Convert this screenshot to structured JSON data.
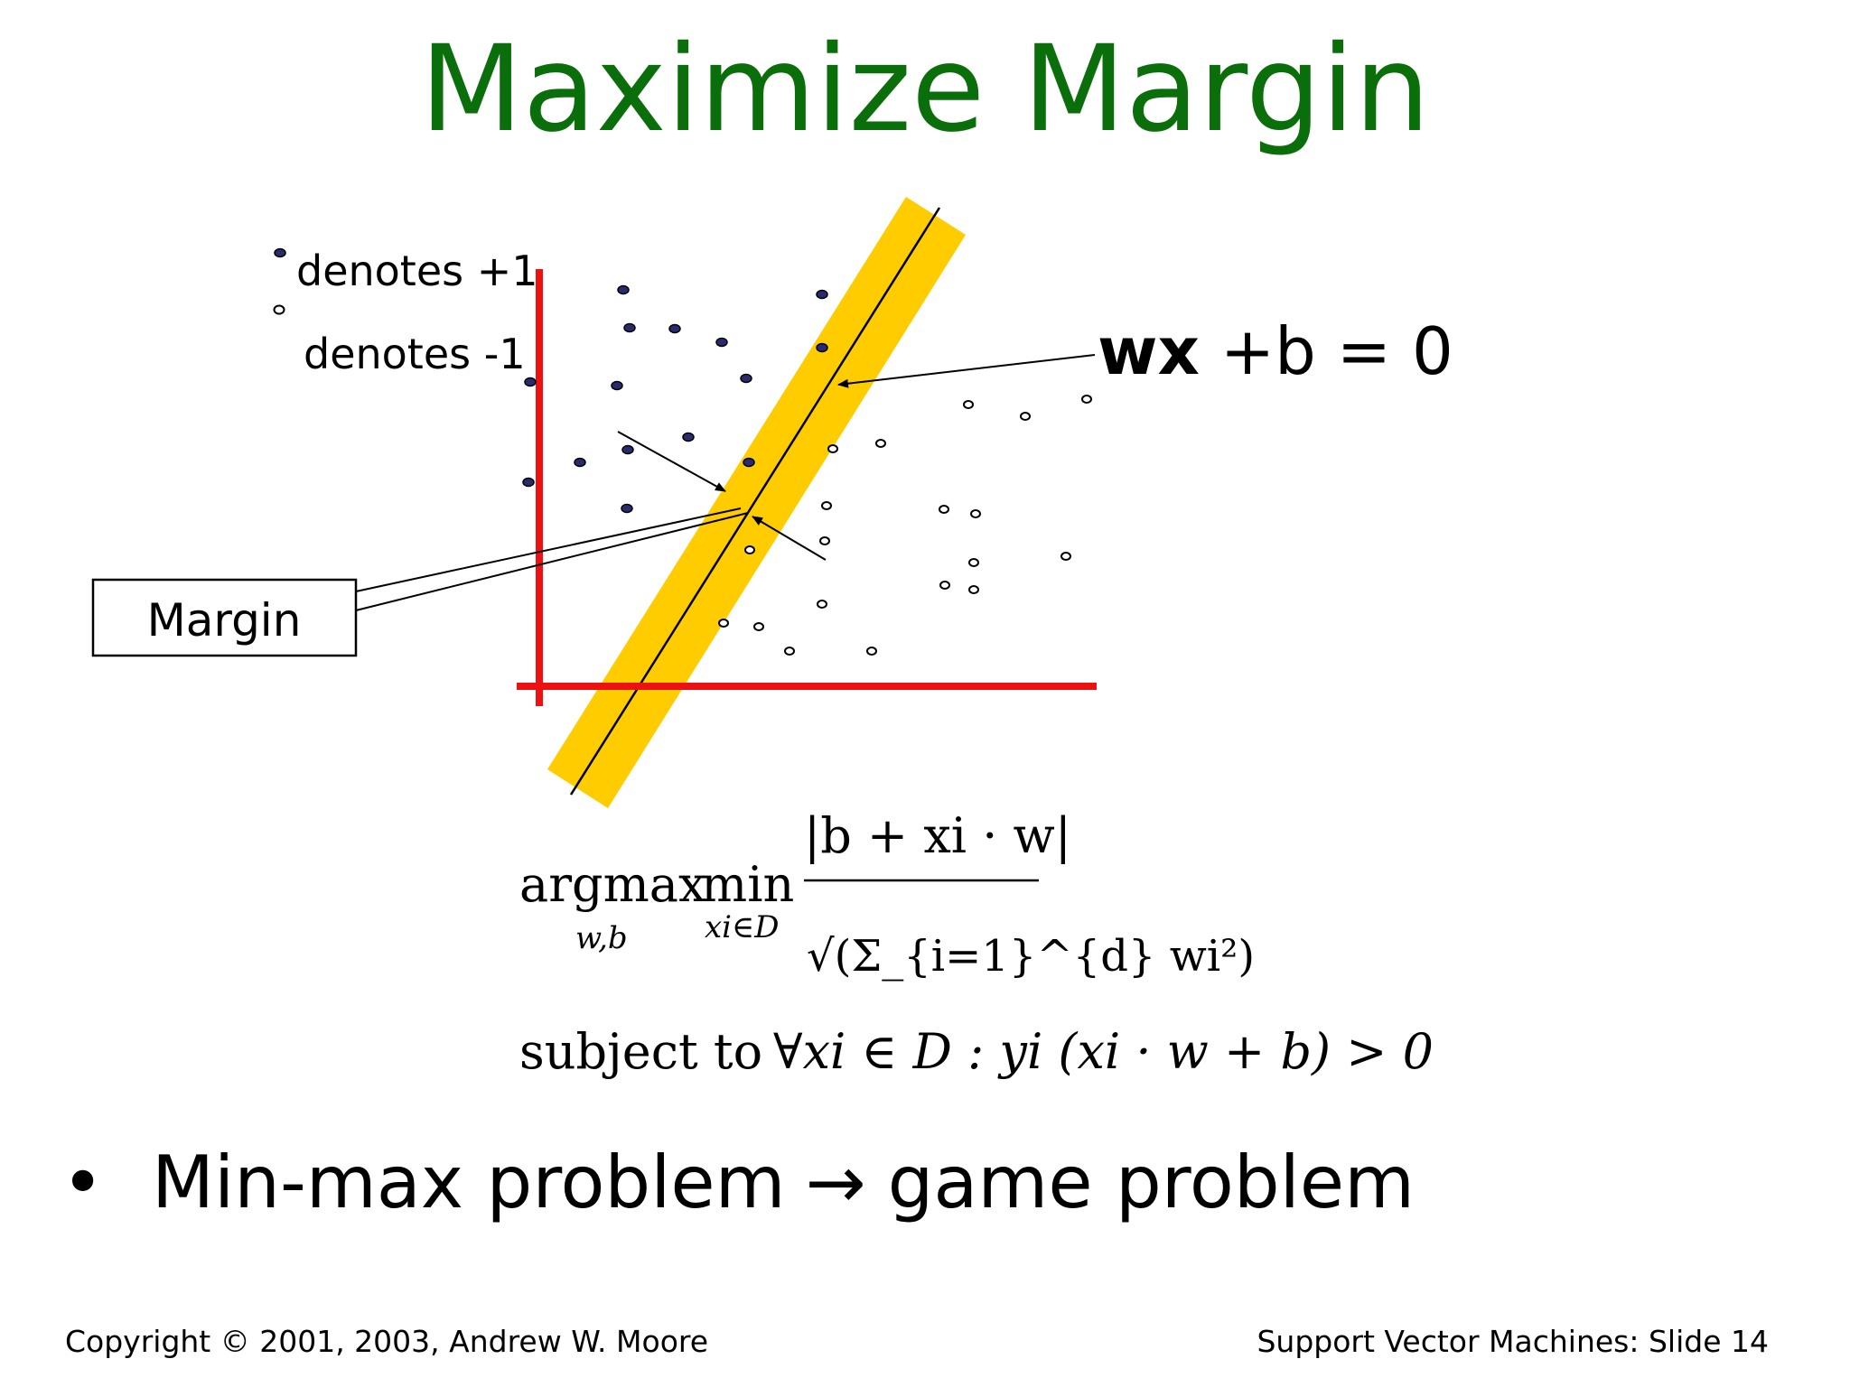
{
  "slide": {
    "title": "Maximize Margin",
    "legend": {
      "positive_label": "denotes +1",
      "negative_label": "denotes -1"
    },
    "boundary_equation": {
      "bold_part": "wx",
      "rest": " +b = 0"
    },
    "margin_label": "Margin",
    "formula": {
      "argmax": "argmax",
      "argmax_sub": "w,b",
      "min": "min",
      "min_sub": "xi∈D",
      "numerator": "|b + xi · w|",
      "denominator": "√(Σ_{i=1}^{d} wi²)",
      "constraint_prefix": "subject to",
      "constraint": "∀xi ∈ D : yi (xi · w + b) > 0"
    },
    "bullet": {
      "left": "Min-max problem",
      "arrow": "→",
      "right": "game problem"
    },
    "footer": {
      "copyright": "Copyright © 2001, 2003, Andrew W. Moore",
      "slide_ref": "Support Vector Machines: Slide 14"
    },
    "colors": {
      "title": "#0a6e0a",
      "axes": "#ee1111",
      "margin_band": "#ffcc00",
      "positive_point": "#2a2a6e"
    }
  }
}
